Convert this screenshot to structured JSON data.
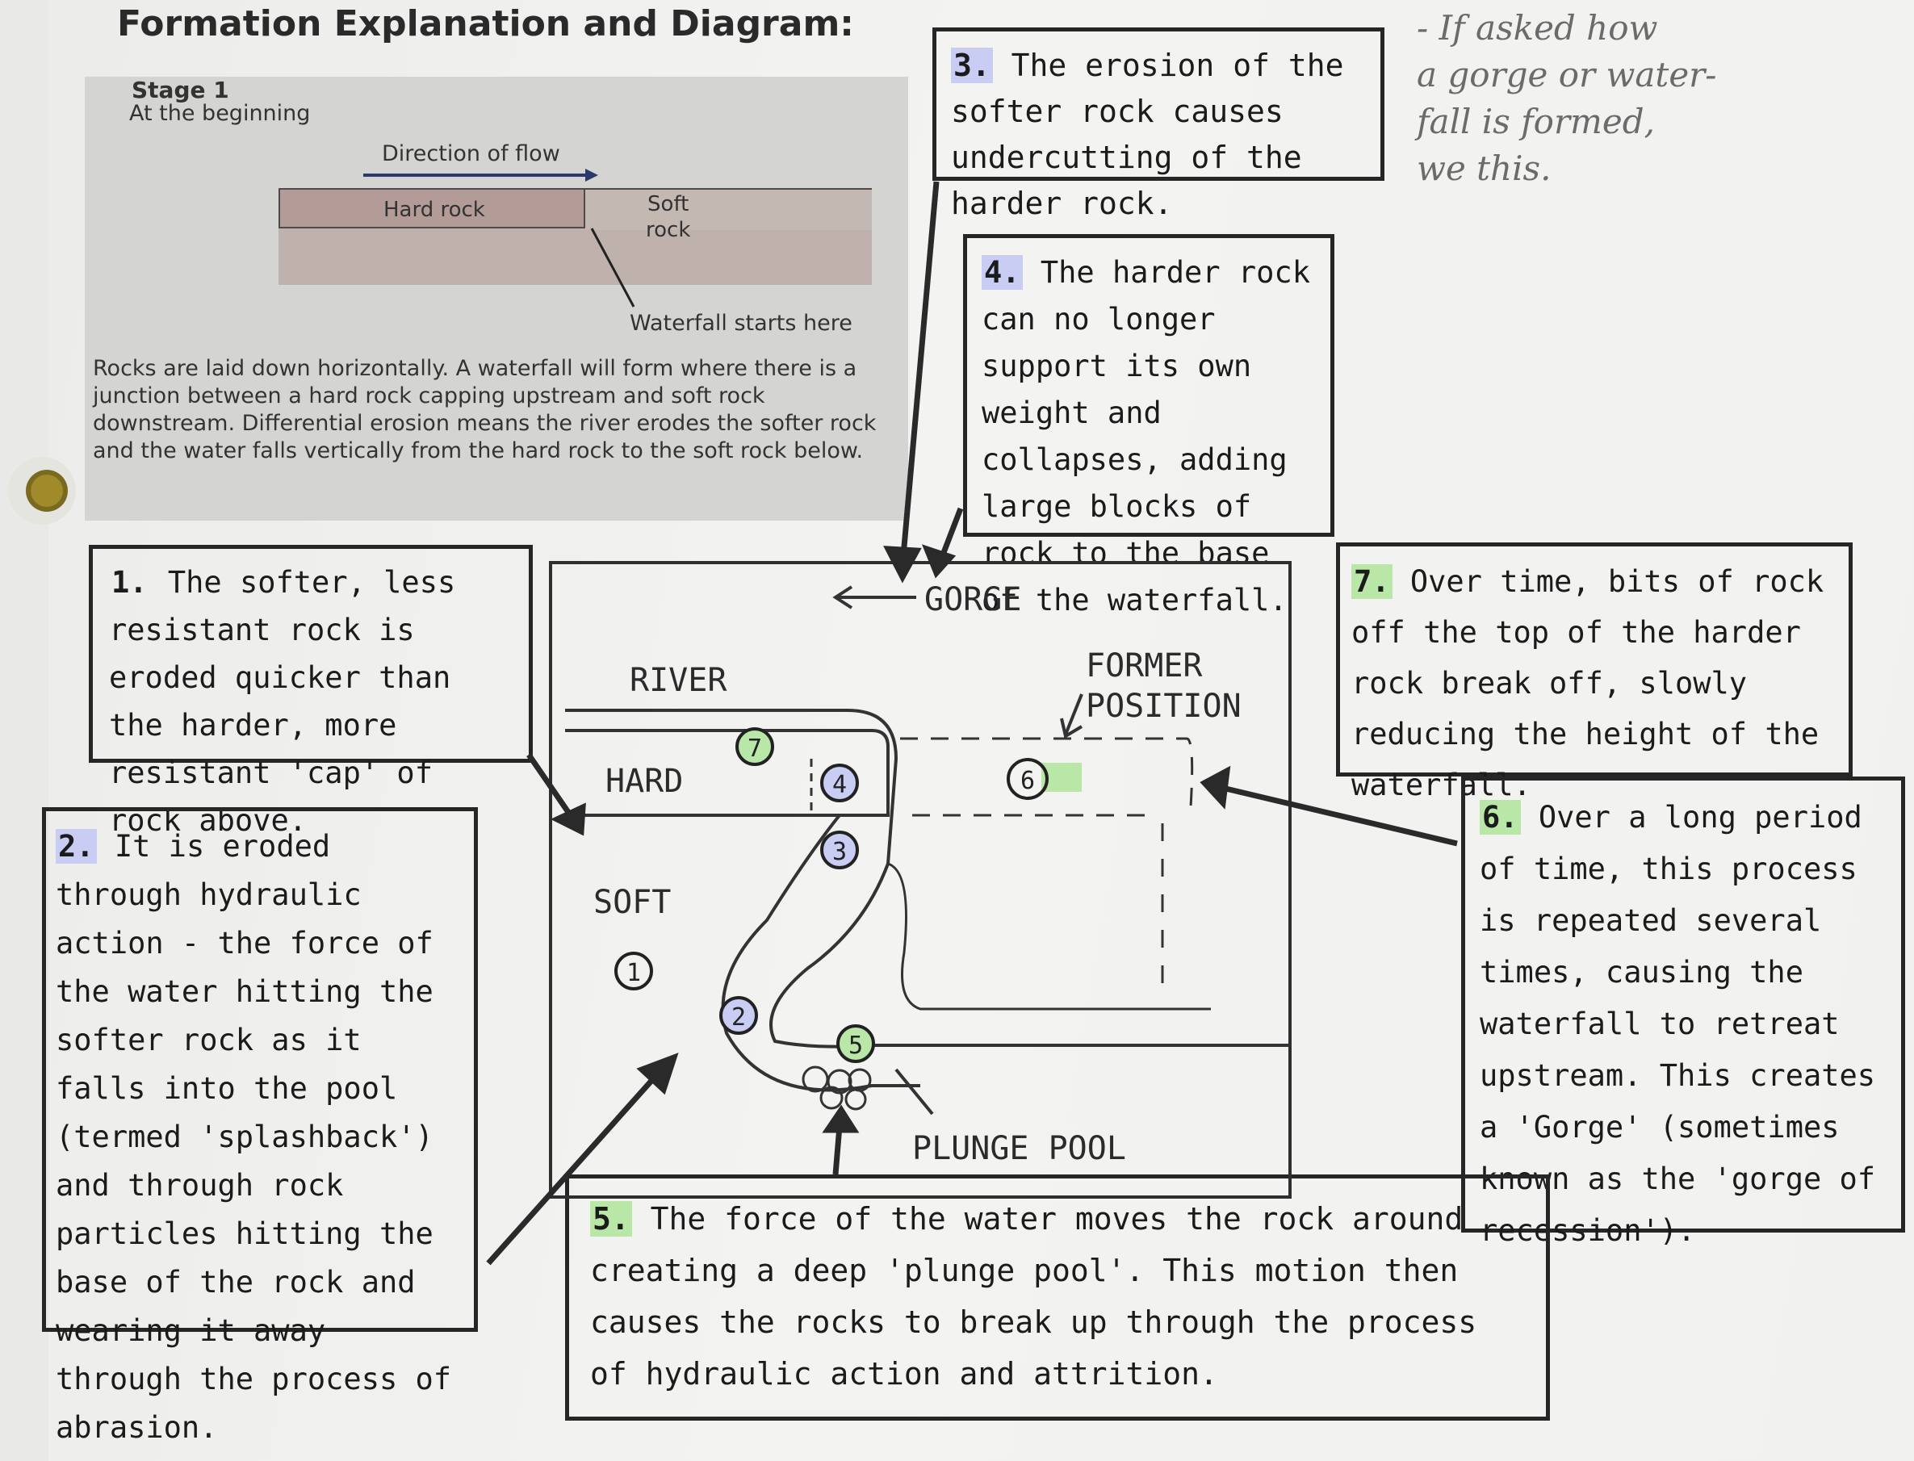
{
  "title": "Formation Explanation and Diagram:",
  "handwritten_note": "- If asked how\na gorge or water-\nfall is formed,\nwe this.",
  "stage_figure": {
    "stage": "Stage 1",
    "subtitle": "At the beginning",
    "flow_label": "Direction of flow",
    "hard_rock": "Hard rock",
    "soft_rock": "Soft\nrock",
    "start_label": "Waterfall starts here",
    "description": "Rocks are laid down horizontally. A waterfall will form where there is a junction between a hard rock capping upstream and soft rock downstream. Differential erosion means the river erodes the softer rock and the water falls vertically from the hard rock to the soft rock below."
  },
  "steps": {
    "s1": {
      "num": "1.",
      "text": "The softer, less resistant rock is eroded quicker than the harder, more resistant 'cap' of rock above."
    },
    "s2": {
      "num": "2.",
      "text": "It is eroded through hydraulic action - the force of the water hitting the softer rock as it falls into the pool (termed 'splashback') and through rock particles hitting the base of the rock and wearing it away through the process of abrasion."
    },
    "s3": {
      "num": "3.",
      "text": "The erosion of the softer rock causes undercutting of the harder rock."
    },
    "s4": {
      "num": "4.",
      "text": "The harder rock can no longer support its own weight and collapses, adding large blocks of rock to the base of the waterfall."
    },
    "s5": {
      "num": "5.",
      "text": "The force of the water moves the rock around creating a deep 'plunge pool'. This motion then causes the rocks to break up through the process of hydraulic action and attrition."
    },
    "s6": {
      "num": "6.",
      "text": "Over a long period of time, this process is repeated several times, causing the waterfall to retreat upstream. This creates a 'Gorge' (sometimes known as the 'gorge of recession')."
    },
    "s7": {
      "num": "7.",
      "text": "Over time, bits of rock off the top of the harder rock break off, slowly reducing the height of the waterfall."
    }
  },
  "diagram": {
    "gorge": "GORGE",
    "river": "RIVER",
    "hard": "HARD",
    "soft": "SOFT",
    "former_position": "FORMER\nPOSITION",
    "plunge_pool": "PLUNGE POOL",
    "markers": [
      "1",
      "2",
      "3",
      "4",
      "5",
      "6",
      "7"
    ]
  },
  "colors": {
    "blue_highlight": "#c9cdf4",
    "green_highlight": "#b9e7a8"
  }
}
